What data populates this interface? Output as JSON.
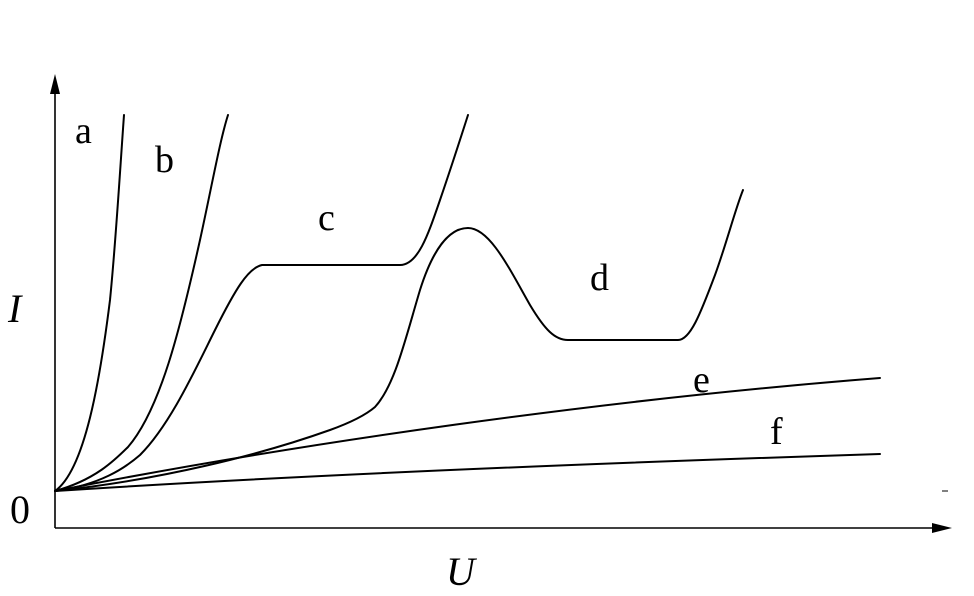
{
  "axes": {
    "x_label": "U",
    "y_label": "I",
    "origin_label": "0"
  },
  "curves": [
    {
      "label": "a"
    },
    {
      "label": "b"
    },
    {
      "label": "c"
    },
    {
      "label": "d"
    },
    {
      "label": "e"
    },
    {
      "label": "f"
    }
  ],
  "colors": {
    "stroke": "#000000",
    "background": "#ffffff"
  }
}
